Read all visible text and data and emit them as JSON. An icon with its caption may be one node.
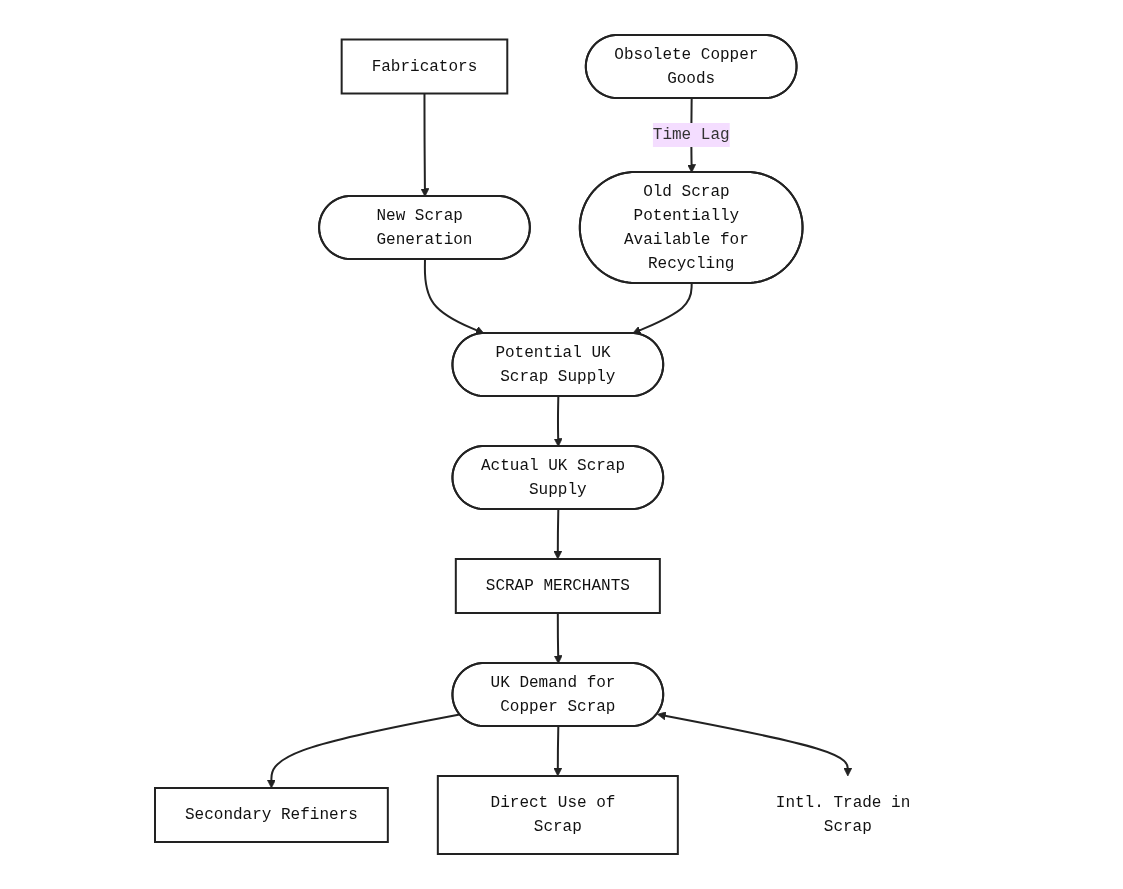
{
  "diagram": {
    "nodes": [
      {
        "text": [
          "Fabricators"
        ]
      },
      {
        "text": [
          "New Scrap Generation"
        ]
      },
      {
        "text": [
          "Potential UK Scrap Supply"
        ]
      },
      {
        "text": [
          "Actual UK Scrap Supply"
        ]
      },
      {
        "text": [
          "SCRAP MERCHANTS"
        ]
      },
      {
        "text": [
          "UK Demand for Copper Scrap"
        ]
      },
      {
        "text": [
          "Secondary Refiners"
        ]
      },
      {
        "text": [
          "Direct Use of Scrap"
        ]
      },
      {
        "text": [
          "Old Scrap Potentially Available for Recycling"
        ]
      },
      {
        "text": [
          "Obsolete Copper Goods"
        ]
      },
      {
        "text": [
          "Intl. Trade in Scrap"
        ]
      }
    ],
    "edges": [
      {
        "from": 0,
        "to": 1,
        "arrow": "to"
      },
      {
        "from": 1,
        "to": 2,
        "arrow": "to"
      },
      {
        "from": 8,
        "to": 2,
        "arrow": "to"
      },
      {
        "from": 2,
        "to": 3,
        "arrow": "to"
      },
      {
        "from": 3,
        "to": 4,
        "arrow": "to"
      },
      {
        "from": 4,
        "to": 5,
        "arrow": "to"
      },
      {
        "from": 5,
        "to": 6,
        "arrow": "to"
      },
      {
        "from": 5,
        "to": 7,
        "arrow": "to"
      },
      {
        "from": 9,
        "to": 8,
        "arrow": "to",
        "label": "Time Lag"
      },
      {
        "from": 5,
        "to": 10,
        "arrow": "both"
      }
    ]
  }
}
